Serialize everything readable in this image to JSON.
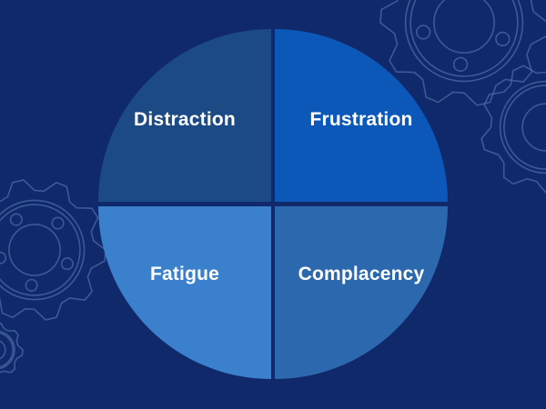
{
  "quadrants": {
    "top_left": {
      "label": "Distraction",
      "color": "#1c4a85"
    },
    "top_right": {
      "label": "Frustration",
      "color": "#0b58b9"
    },
    "bottom_left": {
      "label": "Fatigue",
      "color": "#3b80cd"
    },
    "bottom_right": {
      "label": "Complacency",
      "color": "#2c68ae"
    }
  },
  "background_color": "#10296a"
}
